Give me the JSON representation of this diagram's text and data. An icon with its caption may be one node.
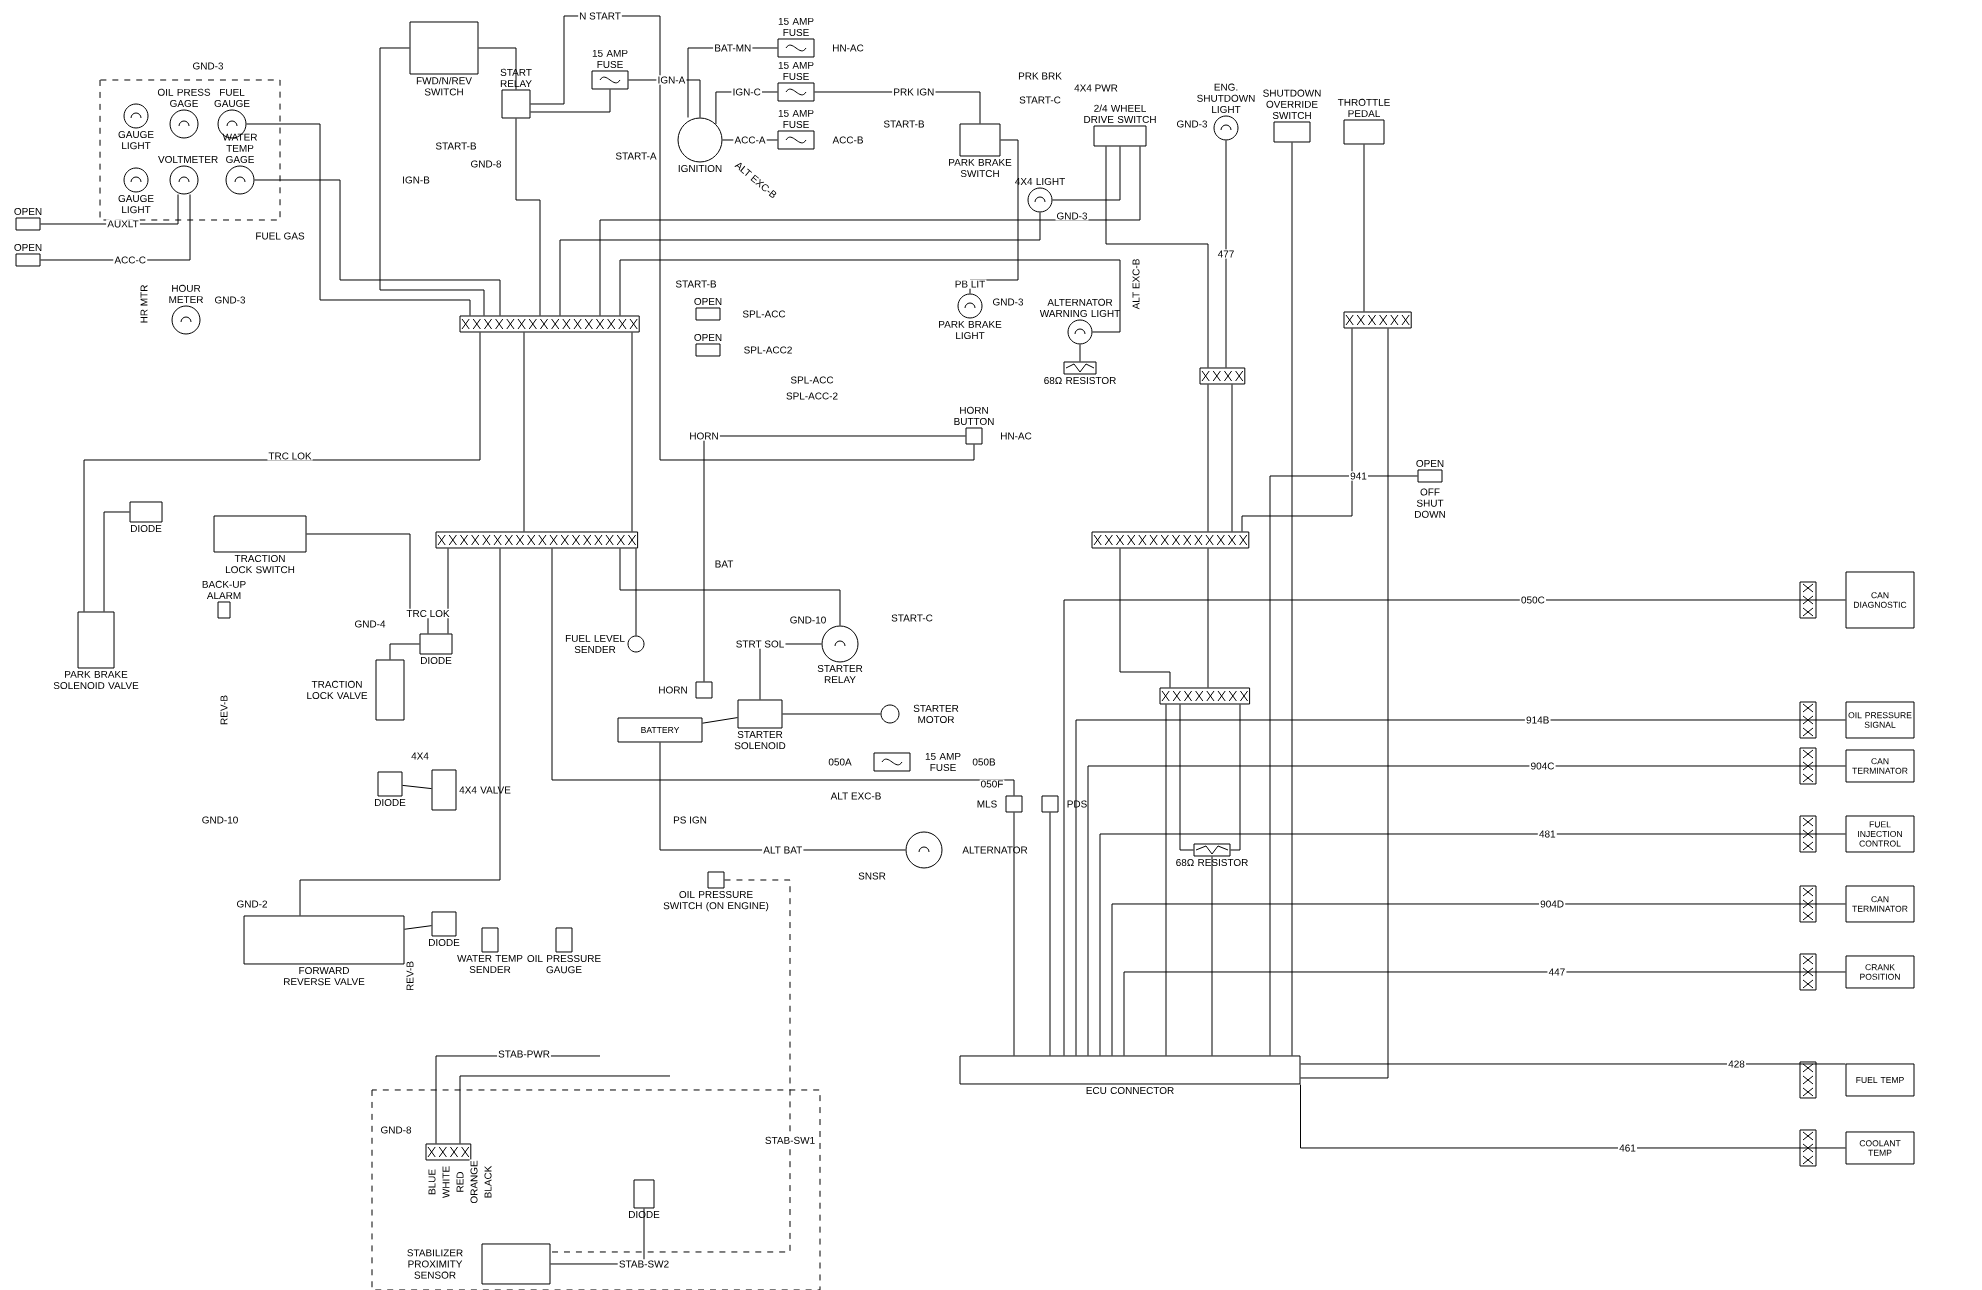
{
  "diagram": {
    "nodes": [
      {
        "text": [
          "FWD/N/REV SWITCH"
        ]
      },
      {
        "text": [
          "START RELAY"
        ]
      },
      {
        "text": [
          "15 AMP FUSE"
        ]
      },
      {
        "text": [
          "GAUGE LIGHT"
        ]
      },
      {
        "text": [
          "OIL PRESS GAGE"
        ]
      },
      {
        "text": [
          "FUEL GAUGE"
        ]
      },
      {
        "text": [
          "GAUGE LIGHT"
        ]
      },
      {
        "text": [
          "VOLTMETER"
        ]
      },
      {
        "text": [
          "WATER TEMP GAGE"
        ]
      },
      {
        "text": [
          "HOUR METER"
        ]
      },
      {
        "text": [
          "15 AMP FUSE"
        ]
      },
      {
        "text": [
          "15 AMP FUSE"
        ]
      },
      {
        "text": [
          "15 AMP FUSE"
        ]
      },
      {
        "text": [
          "IGNITION"
        ]
      },
      {
        "text": [
          "PARK BRAKE SWITCH"
        ]
      },
      {
        "text": [
          "2/4 WHEEL DRIVE SWITCH"
        ]
      },
      {
        "text": [
          "4X4 LIGHT"
        ]
      },
      {
        "text": [
          "PARK BRAKE LIGHT"
        ]
      },
      {
        "text": [
          "ALTERNATOR WARNING LIGHT"
        ]
      },
      {
        "text": [
          "68Ω RESISTOR"
        ]
      },
      {
        "text": [
          "ENG. SHUTDOWN LIGHT"
        ]
      },
      {
        "text": [
          "SHUTDOWN OVERRIDE SWITCH"
        ]
      },
      {
        "text": [
          "THROTTLE PEDAL"
        ]
      },
      {
        "text": [
          "HORN BUTTON"
        ]
      },
      {
        "text": [
          "OPEN"
        ]
      },
      {
        "text": [
          "OPEN"
        ]
      },
      {
        "text": [
          "OPEN"
        ]
      },
      {
        "text": [
          "OPEN"
        ]
      },
      {
        "text": [
          "OPEN"
        ],
        "beside": [
          "OFF SHUT DOWN"
        ]
      },
      {
        "text": [
          "TRACTION LOCK SWITCH"
        ]
      },
      {
        "text": [
          "DIODE"
        ]
      },
      {
        "text": [
          "PARK BRAKE SOLENOID VALVE"
        ]
      },
      {
        "text": [
          "BACK-UP ALARM"
        ]
      },
      {
        "text": [
          "TRACTION LOCK VALVE"
        ]
      },
      {
        "text": [
          "DIODE"
        ]
      },
      {
        "text": [
          "DIODE"
        ]
      },
      {
        "text": [
          "4X4 VALVE"
        ]
      },
      {
        "text": [
          "FORWARD REVERSE VALVE"
        ]
      },
      {
        "text": [
          "DIODE"
        ]
      },
      {
        "text": [
          "WATER TEMP SENDER"
        ]
      },
      {
        "text": [
          "OIL PRESSURE GAUGE"
        ]
      },
      {
        "text": [
          "FUEL LEVEL SENDER"
        ]
      },
      {
        "text": [
          "HORN"
        ]
      },
      {
        "text": [
          "BATTERY"
        ]
      },
      {
        "text": [
          "STARTER RELAY"
        ]
      },
      {
        "text": [
          "STARTER SOLENOID"
        ]
      },
      {
        "text": [
          "STARTER MOTOR"
        ]
      },
      {
        "text": [
          "15 AMP FUSE"
        ]
      },
      {
        "text": [
          "ALTERNATOR"
        ]
      },
      {
        "text": [
          "OIL PRESSURE SWITCH (ON ENGINE)"
        ]
      },
      {
        "text": [
          "MLS"
        ]
      },
      {
        "text": [
          "PDS"
        ]
      },
      {
        "text": [
          "68Ω RESISTOR"
        ]
      },
      {
        "text": [
          "ECU CONNECTOR"
        ]
      },
      {
        "text": [
          "CAN DIAGNOSTIC"
        ]
      },
      {
        "text": [
          "OIL PRESSURE SIGNAL"
        ]
      },
      {
        "text": [
          "CAN TERMINATOR"
        ]
      },
      {
        "text": [
          "FUEL INJECTION CONTROL"
        ]
      },
      {
        "text": [
          "CAN TERMINATOR"
        ]
      },
      {
        "text": [
          "CRANK POSITION"
        ]
      },
      {
        "text": [
          "FUEL TEMP"
        ]
      },
      {
        "text": [
          "COOLANT TEMP"
        ]
      },
      {
        "text": [
          "STABILIZER PROXIMITY SENSOR"
        ]
      },
      {
        "text": [
          "DIODE"
        ]
      },
      {
        "text": [],
        "shape": "bar"
      },
      {
        "text": [],
        "shape": "bar"
      },
      {
        "text": [],
        "shape": "bar"
      },
      {
        "text": [],
        "shape": "bar"
      },
      {
        "text": [],
        "shape": "bar"
      },
      {
        "text": [],
        "shape": "bar"
      },
      {
        "text": [],
        "shape": "bar"
      }
    ],
    "edges": [
      {
        "from": 2,
        "to": 13,
        "arrow": "none",
        "label": "IGN-A"
      },
      {
        "from": 13,
        "to": 10,
        "arrow": "none",
        "label": "BAT-MN"
      },
      {
        "from": 13,
        "to": 11,
        "arrow": "none",
        "label": "IGN-C"
      },
      {
        "from": 13,
        "to": 12,
        "arrow": "none",
        "label": "ACC-A"
      },
      {
        "from": 11,
        "to": 14,
        "arrow": "none",
        "label": "PRK IGN"
      },
      {
        "from": 0,
        "to": 1,
        "arrow": "none"
      },
      {
        "from": 14,
        "to": 17,
        "arrow": "none",
        "label": "PB LIT"
      },
      {
        "from": 15,
        "to": 16,
        "arrow": "none"
      },
      {
        "from": 18,
        "to": 19,
        "arrow": "none"
      },
      {
        "from": 20,
        "to": 68,
        "arrow": "none",
        "label": "477"
      },
      {
        "from": 21,
        "to": 53,
        "arrow": "none"
      },
      {
        "from": 22,
        "to": 69,
        "arrow": "none"
      },
      {
        "from": 24,
        "to": 7,
        "arrow": "none",
        "label": "AUXLT"
      },
      {
        "from": 25,
        "to": 7,
        "arrow": "none",
        "label": "ACC-C"
      },
      {
        "from": 29,
        "to": 34,
        "arrow": "none",
        "label": "TRC LOK"
      },
      {
        "from": 34,
        "to": 33,
        "arrow": "none"
      },
      {
        "from": 35,
        "to": 36,
        "arrow": "none"
      },
      {
        "from": 38,
        "to": 37,
        "arrow": "none"
      },
      {
        "from": 44,
        "to": 45,
        "arrow": "none",
        "label": "STRT SOL"
      },
      {
        "from": 45,
        "to": 46,
        "arrow": "none"
      },
      {
        "from": 43,
        "to": 45,
        "arrow": "none"
      },
      {
        "from": 48,
        "to": 43,
        "arrow": "none",
        "label": "ALT BAT"
      },
      {
        "from": 50,
        "to": 53,
        "arrow": "none"
      },
      {
        "from": 51,
        "to": 53,
        "arrow": "none"
      },
      {
        "from": 52,
        "to": 53,
        "arrow": "none"
      },
      {
        "from": 53,
        "to": 54,
        "arrow": "none",
        "label": "050C"
      },
      {
        "from": 53,
        "to": 55,
        "arrow": "none",
        "label": "914B"
      },
      {
        "from": 53,
        "to": 56,
        "arrow": "none",
        "label": "904C"
      },
      {
        "from": 53,
        "to": 57,
        "arrow": "none",
        "label": "481"
      },
      {
        "from": 53,
        "to": 58,
        "arrow": "none",
        "label": "904D"
      },
      {
        "from": 53,
        "to": 59,
        "arrow": "none",
        "label": "447"
      },
      {
        "from": 53,
        "to": 60,
        "arrow": "none",
        "label": "428"
      },
      {
        "from": 53,
        "to": 61,
        "arrow": "none",
        "label": "461"
      },
      {
        "from": 62,
        "to": 63,
        "arrow": "none",
        "label": "STAB-SW2"
      },
      {
        "from": 49,
        "to": 62,
        "arrow": "none",
        "label": "STAB-SW1",
        "style": "dashed"
      },
      {
        "from": 42,
        "to": 23,
        "arrow": "none",
        "label": "HORN"
      },
      {
        "from": 28,
        "to": 53,
        "arrow": "none",
        "label": "941"
      },
      {
        "from": 31,
        "to": 30,
        "arrow": "none"
      },
      {
        "from": 1,
        "to": 2,
        "arrow": "none"
      },
      {
        "from": 5,
        "to": 64,
        "arrow": "none"
      },
      {
        "from": 8,
        "to": 64,
        "arrow": "none"
      },
      {
        "from": 0,
        "to": 64,
        "arrow": "none"
      },
      {
        "from": 1,
        "to": 23,
        "arrow": "none"
      },
      {
        "from": 1,
        "to": 64,
        "arrow": "none"
      },
      {
        "from": 64,
        "to": 16,
        "arrow": "none"
      },
      {
        "from": 64,
        "to": 15,
        "arrow": "none"
      },
      {
        "from": 64,
        "to": 18,
        "arrow": "none"
      },
      {
        "from": 64,
        "to": 65,
        "arrow": "none"
      },
      {
        "from": 64,
        "to": 65,
        "arrow": "none"
      },
      {
        "from": 64,
        "to": 31,
        "arrow": "none"
      },
      {
        "from": 65,
        "to": 34,
        "arrow": "none"
      },
      {
        "from": 65,
        "to": 41,
        "arrow": "none"
      },
      {
        "from": 65,
        "to": 50,
        "arrow": "none"
      },
      {
        "from": 65,
        "to": 44,
        "arrow": "none"
      },
      {
        "from": 65,
        "to": 37,
        "arrow": "none"
      },
      {
        "from": 15,
        "to": 68,
        "arrow": "none"
      },
      {
        "from": 68,
        "to": 66,
        "arrow": "none"
      },
      {
        "from": 68,
        "to": 66,
        "arrow": "none"
      },
      {
        "from": 69,
        "to": 66,
        "arrow": "none"
      },
      {
        "from": 69,
        "to": 53,
        "arrow": "none"
      },
      {
        "from": 66,
        "to": 67,
        "arrow": "none"
      },
      {
        "from": 66,
        "to": 67,
        "arrow": "none"
      },
      {
        "from": 67,
        "to": 52,
        "arrow": "none"
      },
      {
        "from": 52,
        "to": 67,
        "arrow": "none"
      },
      {
        "from": 67,
        "to": 53,
        "arrow": "none"
      },
      {
        "from": 70,
        "to": null,
        "arrow": "none"
      },
      {
        "from": 70,
        "to": null,
        "arrow": "none"
      }
    ],
    "labels": [
      "N START",
      "START-B",
      "GND-3",
      "IGN-B",
      "GND-8",
      "FUEL GAS",
      "HR MTR",
      "GND-3",
      "START-A",
      "ALT EXC-B",
      "HN-AC",
      "ACC-B",
      "PRK BRK",
      "START-C",
      "4X4 PWR",
      "START-B",
      "GND-3",
      "GND-3",
      "ALT EXC-B",
      "START-B",
      "SPL-ACC",
      "SPL-ACC2",
      "SPL-ACC",
      "SPL-ACC-2",
      "HN-AC",
      "GND-3",
      "TRC LOK",
      "GND-4",
      "REV-B",
      "GND-10",
      "4X4",
      "GND-2",
      "REV-B",
      "PS IGN",
      "ALT EXC-B",
      "SNSR",
      "050A",
      "050B",
      "050F",
      "STAB-PWR",
      "GND-8",
      "BLUE",
      "WHITE",
      "RED",
      "ORANGE",
      "BLACK",
      "GND-10",
      "START-C",
      "BAT"
    ]
  }
}
